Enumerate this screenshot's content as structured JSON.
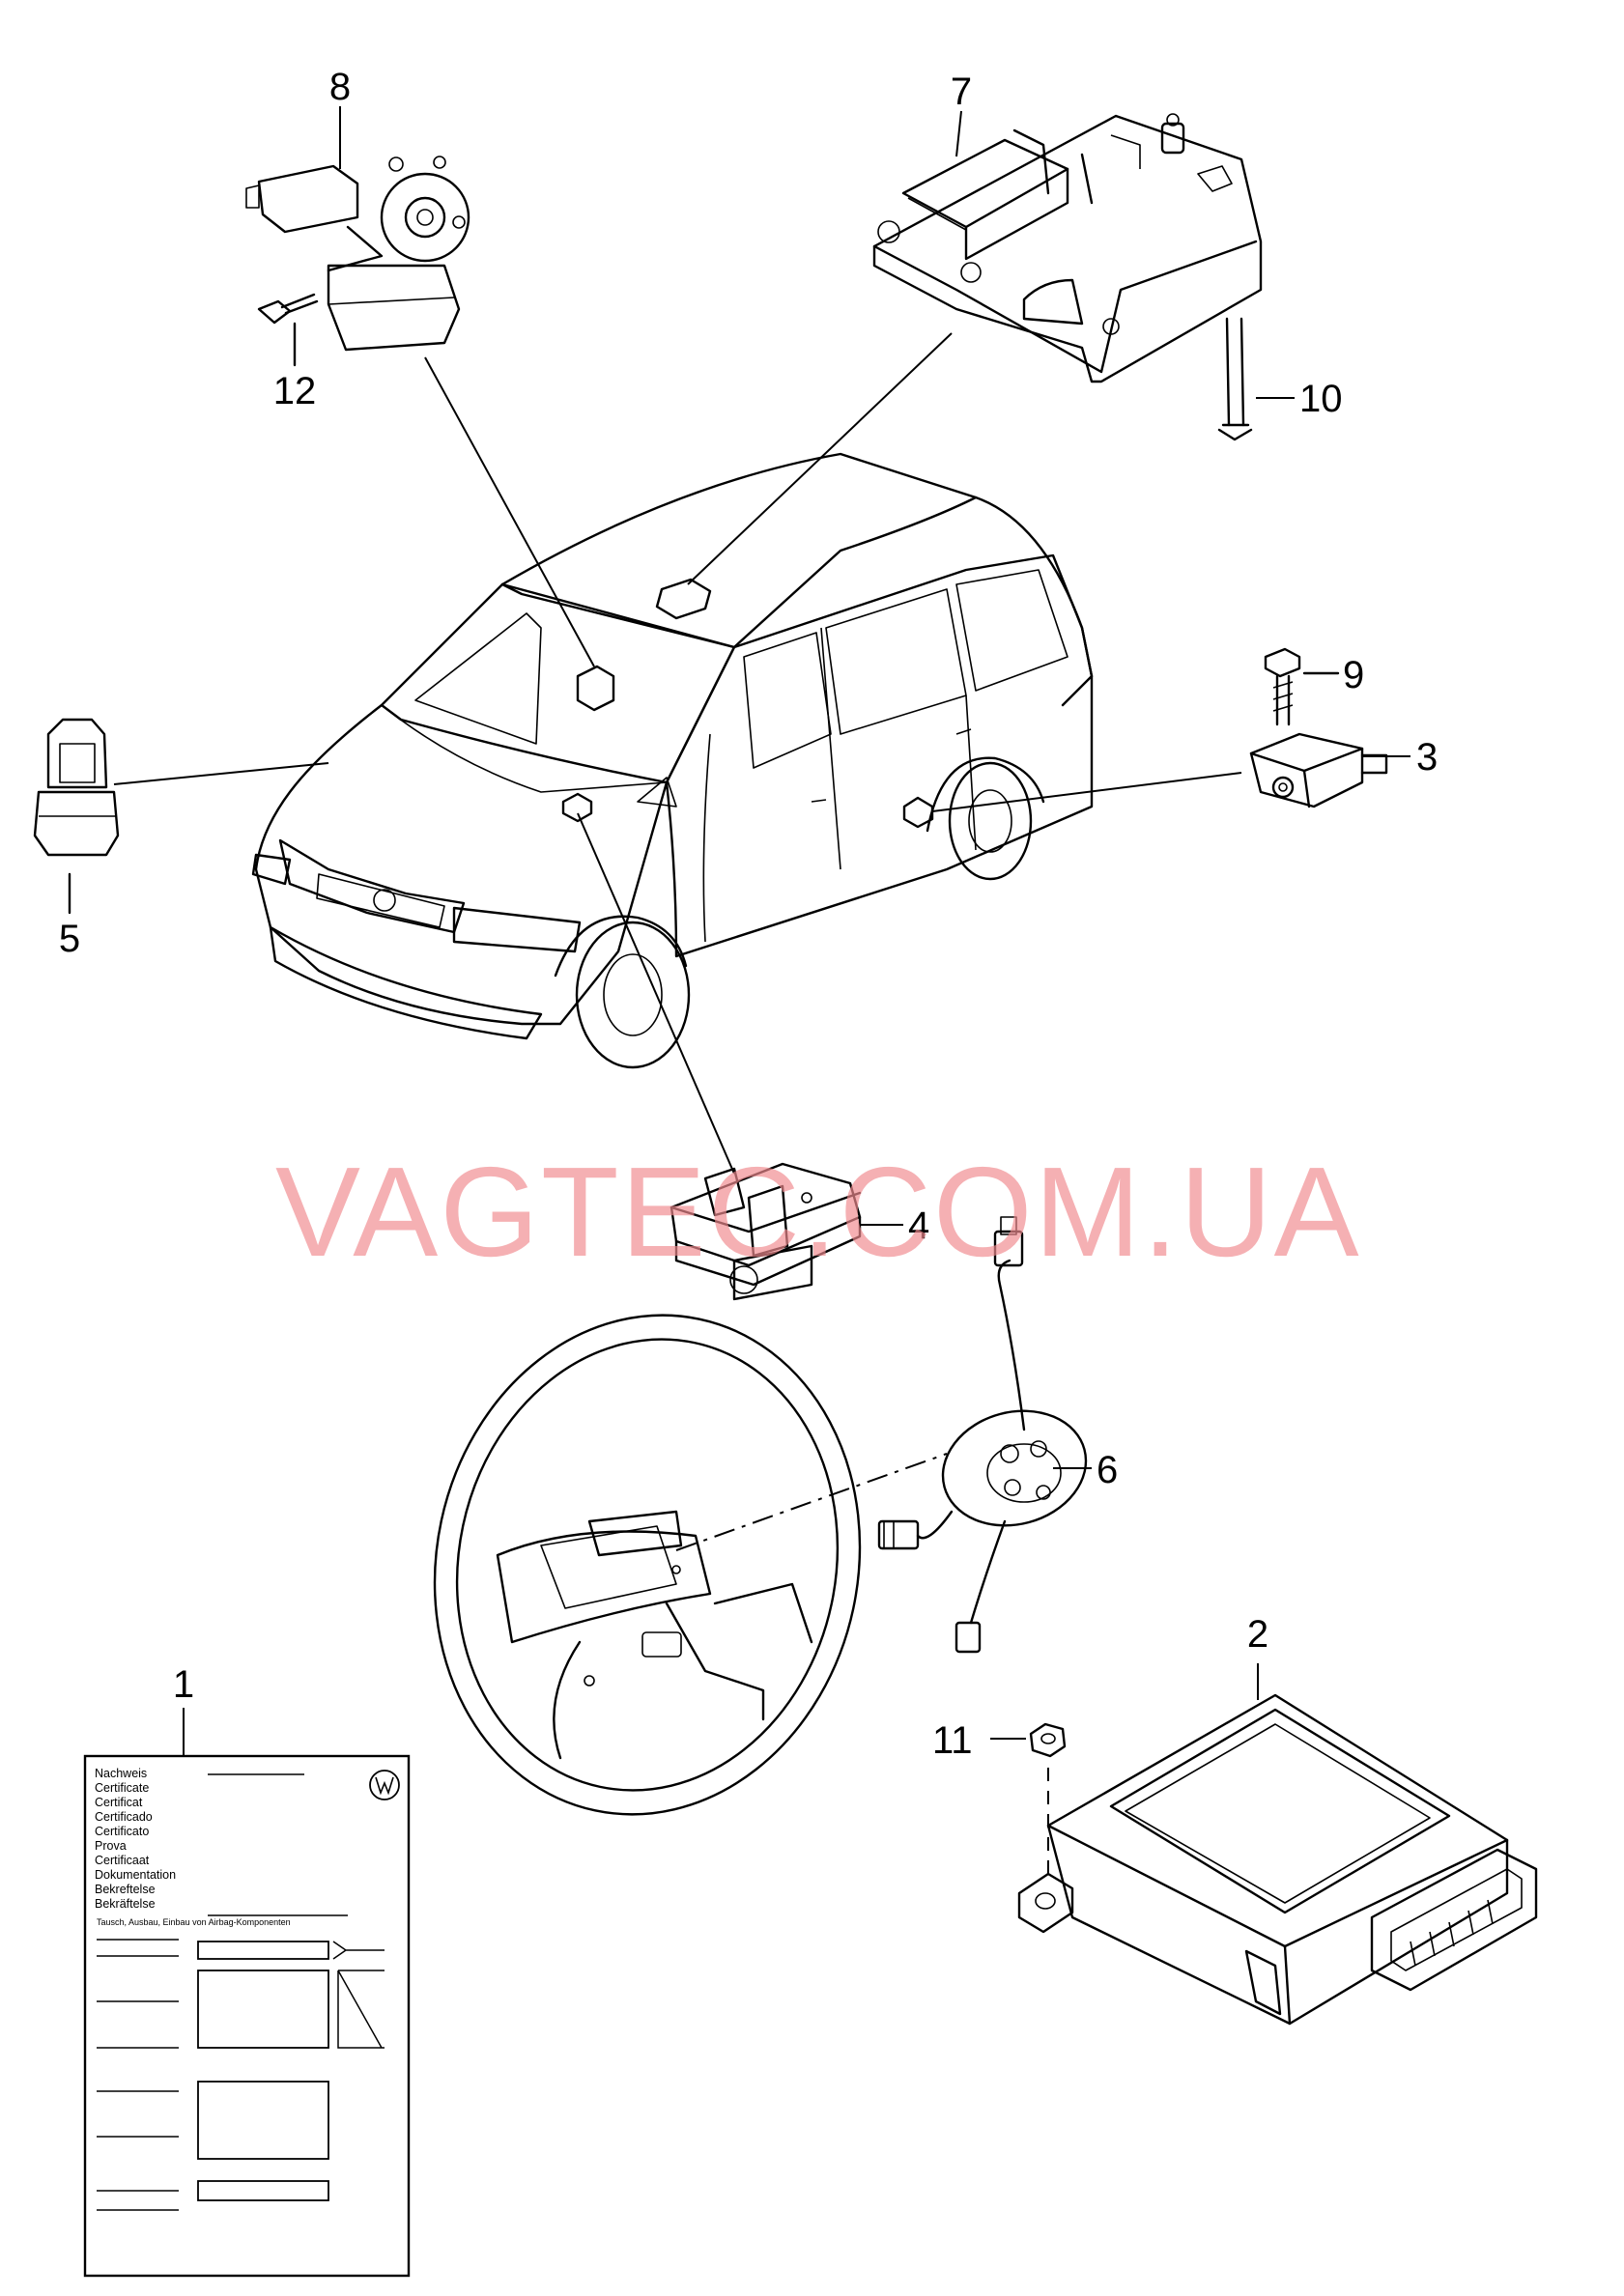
{
  "callouts": {
    "n1": "1",
    "n2": "2",
    "n3": "3",
    "n4": "4",
    "n5": "5",
    "n6": "6",
    "n7": "7",
    "n8": "8",
    "n9": "9",
    "n10": "10",
    "n11": "11",
    "n12": "12"
  },
  "certificate": {
    "lines": [
      "Nachweis",
      "Certificate",
      "Certificat",
      "Certificado",
      "Certificato",
      "Prova",
      "Certificaat",
      "Dokumentation",
      "Bekreftelse",
      "Bekräftelse"
    ],
    "note": "Tausch, Ausbau, Einbau von Airbag-Komponenten"
  },
  "watermark": "VAGTEC.COM.UA",
  "colors": {
    "line": "#000000",
    "watermark": "#f08a8f",
    "background": "#ffffff"
  },
  "icons": {
    "brand_logo": "vw-logo-icon"
  }
}
